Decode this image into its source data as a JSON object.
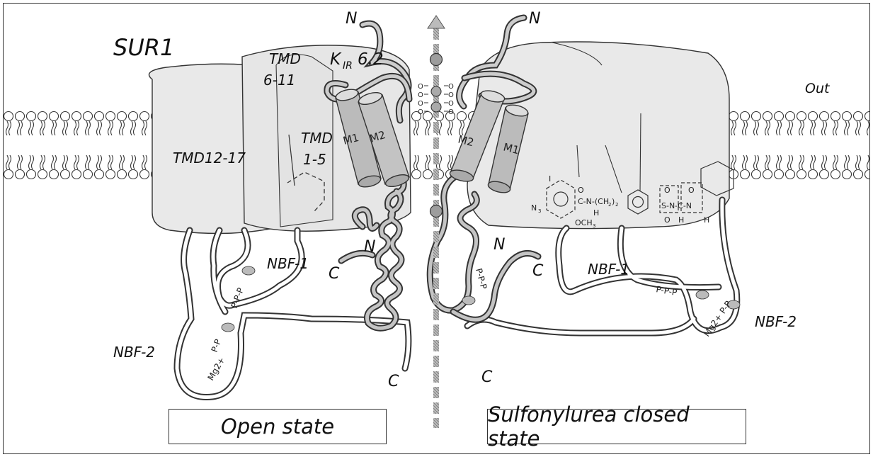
{
  "labels": {
    "sur1": "SUR1",
    "tmd_6_11_a": "TMD",
    "tmd_6_11_b": "6-11",
    "kir_k": "K",
    "kir_sub": "IR",
    "kir_num": "6.2",
    "tmd_1_5_a": "TMD",
    "tmd_1_5_b": "1-5",
    "tmd_12_17": "TMD12-17",
    "out": "Out",
    "n_top_left": "N",
    "n_top_right": "N",
    "n_mid_left": "N",
    "n_mid_right": "N",
    "c_mid_left": "C",
    "c_mid_right": "C",
    "c_bottom_left": "C",
    "c_bottom_right": "C",
    "m1_left": "M1",
    "m2_left": "M2",
    "m1_right": "M1",
    "m2_right": "M2",
    "nbf1_left": "NBF-1",
    "nbf1_right": "NBF-1",
    "nbf2_left": "NBF-2",
    "nbf2_right": "NBF-2",
    "ppp_left_1": "P-P-P",
    "pp_left_2": "P-P",
    "mg_left": "Mg2+",
    "ppp_mid": "P-P-P",
    "ppp_right_1": "P-P-P",
    "mg_pp_right": "Mg2+ P-P",
    "filter_o": "O"
  },
  "chemistry": {
    "iodo": "I",
    "azide": "N",
    "azide_sub": "3",
    "amide_o": "O",
    "amide_chain": "C-N-(CH",
    "amide_chain_sub": "2",
    "amide_chain_end": ")",
    "amide_chain_end_sub": "2",
    "amide_h": "H",
    "methoxy": "OCH",
    "methoxy_sub": "3",
    "sulfonyl_o_top": "O",
    "sulfonyl_o_bottom": "O",
    "urea_chain": "S-N-C-N",
    "urea_o": "O",
    "urea_h1": "H",
    "urea_h2": "H"
  },
  "states": {
    "open": "Open state",
    "closed": "Sulfonylurea closed state"
  },
  "colors": {
    "subunit_fill": "#e9e9e9",
    "helix_fill": "#b9b9b9",
    "ion": "#9d9d9d",
    "outline": "#333333"
  }
}
